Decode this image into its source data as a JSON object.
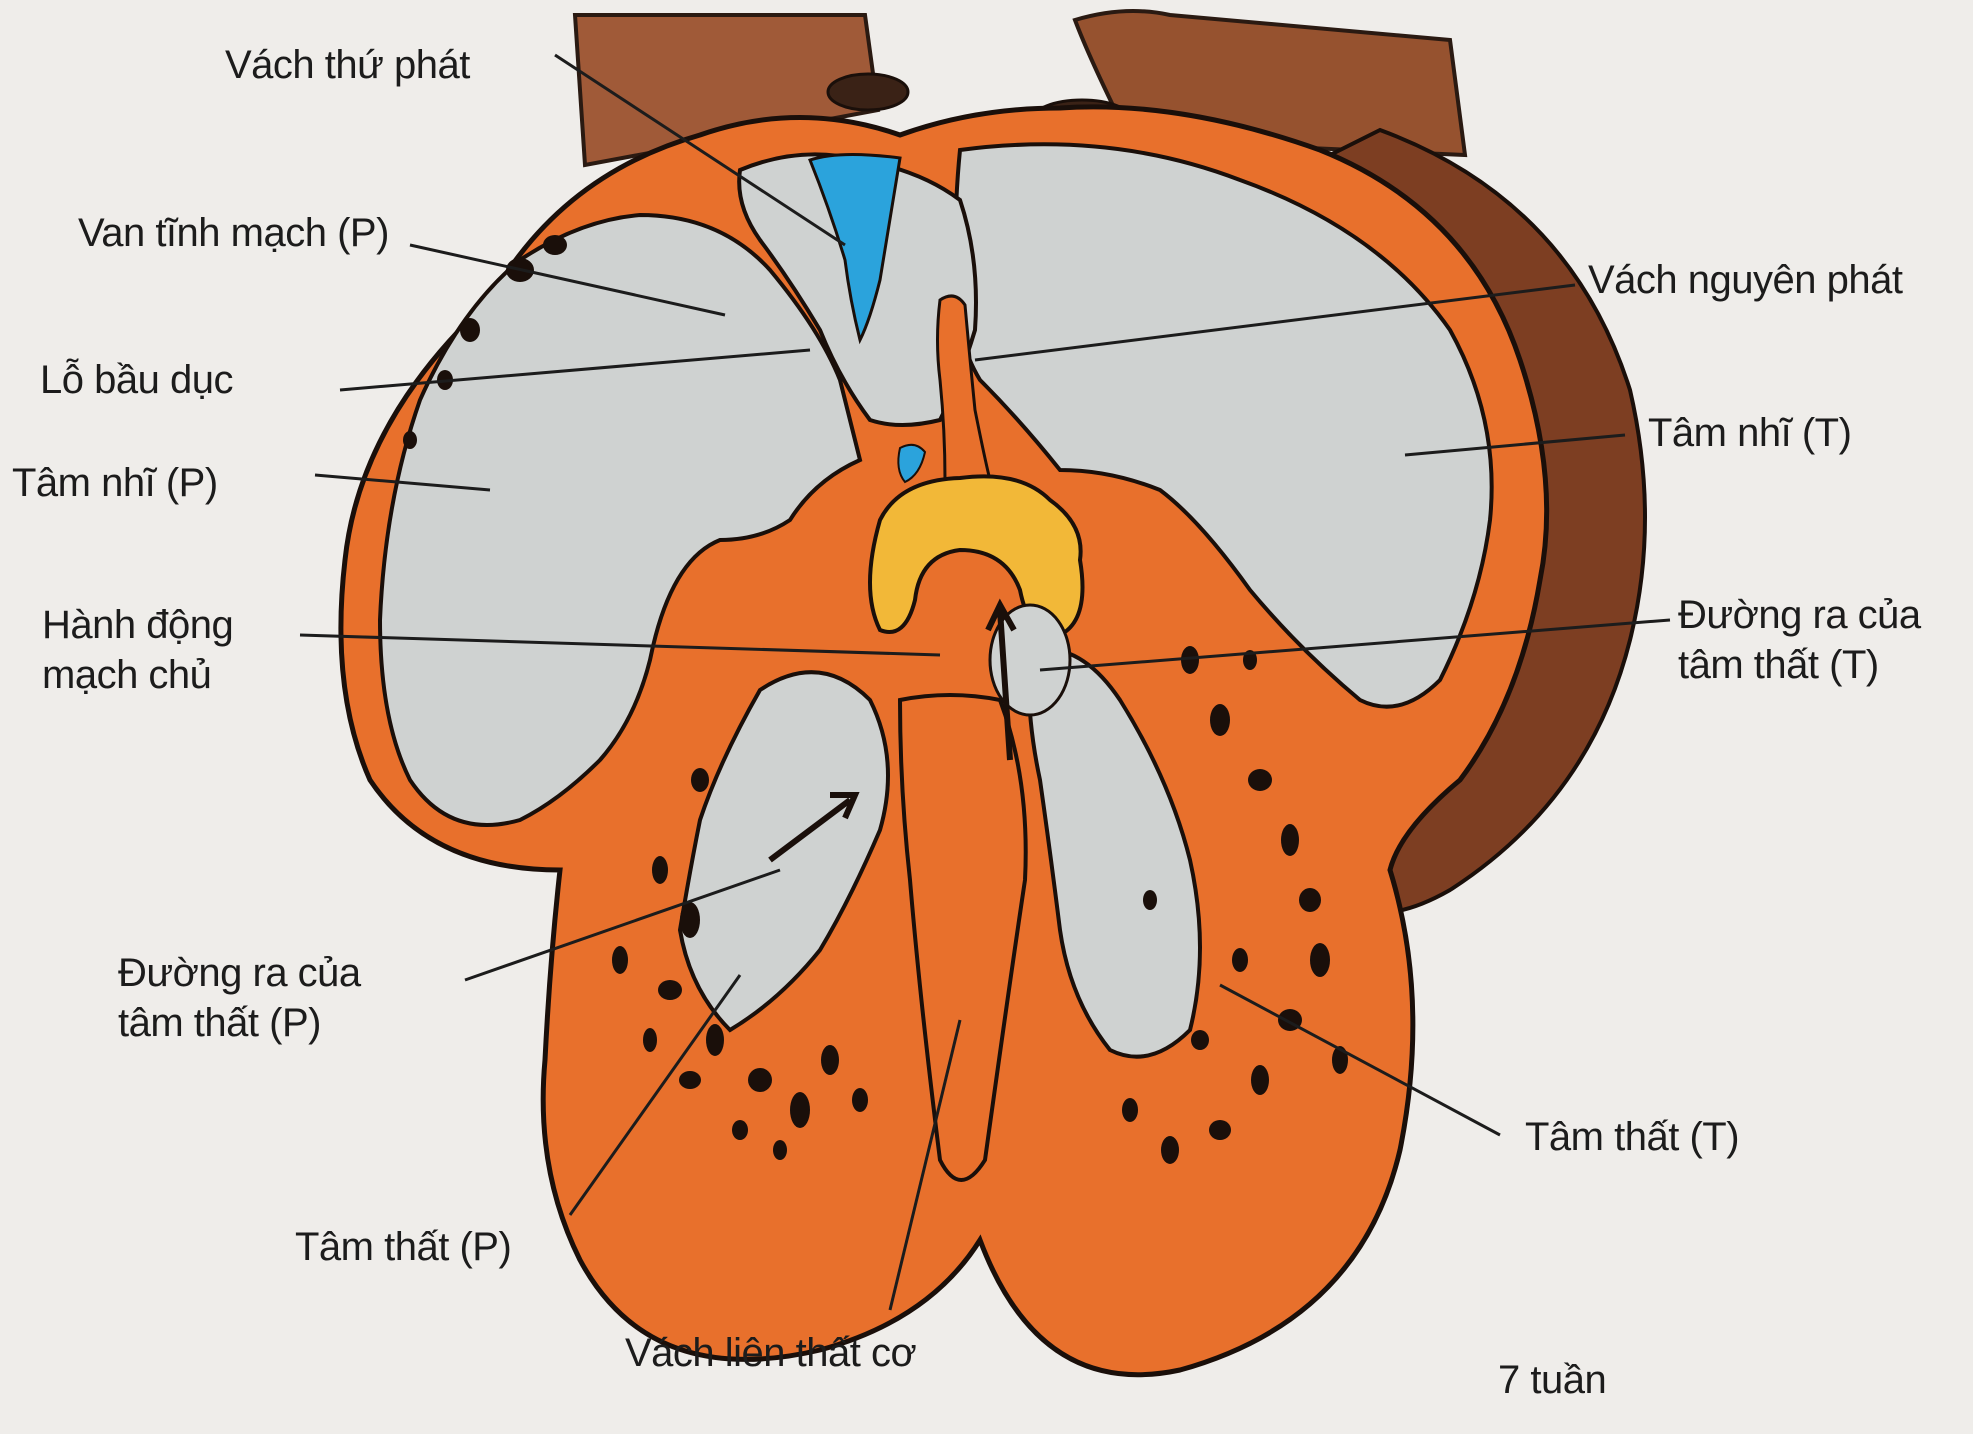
{
  "figure": {
    "colors": {
      "background": "#efedea",
      "myocardium": "#e8702c",
      "pericardium": "#8b4a2b",
      "chamber": "#cfd2d1",
      "septum_secundum": "#2ba3dc",
      "endocardial_cushion": "#f2b838",
      "leader_line": "#1c1c1c"
    },
    "labels": {
      "septum_secundum": "Vách thứ phát",
      "right_venous_valve": "Van tĩnh mạch (P)",
      "foramen_ovale": "Lỗ bầu dục",
      "right_atrium": "Tâm nhĩ (P)",
      "aortic_bulb_line1": "Hành động",
      "aortic_bulb_line2": "mạch chủ",
      "right_outflow_line1": "Đường ra của",
      "right_outflow_line2": "tâm thất (P)",
      "right_ventricle": "Tâm thất (P)",
      "muscular_septum": "Vách liên thất cơ",
      "septum_primum": "Vách nguyên phát",
      "left_atrium": "Tâm nhĩ (T)",
      "left_outflow_line1": "Đường ra của",
      "left_outflow_line2": "tâm thất (T)",
      "left_ventricle": "Tâm thất (T)",
      "age": "7 tuần"
    }
  }
}
